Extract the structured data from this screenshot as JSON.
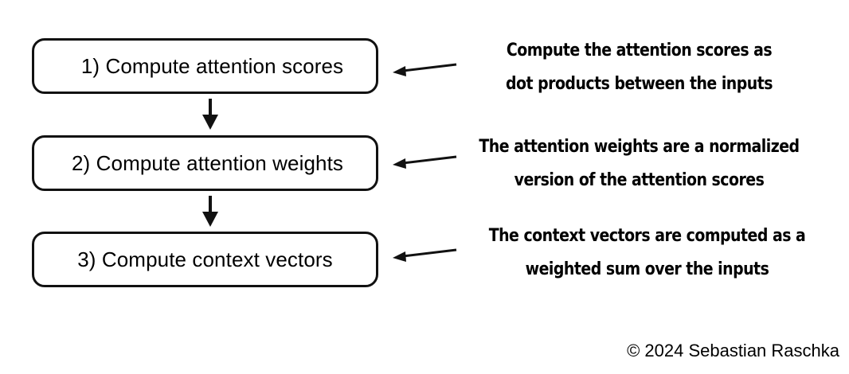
{
  "diagram": {
    "steps": [
      {
        "label": "1) Compute attention scores"
      },
      {
        "label": "2) Compute attention weights"
      },
      {
        "label": "3) Compute context vectors"
      }
    ],
    "annotations": [
      {
        "line1": "Compute the attention scores as",
        "line2": "dot products between the inputs"
      },
      {
        "line1": "The attention weights are a normalized",
        "line2": "version of the attention scores"
      },
      {
        "line1": "The context vectors are computed as a",
        "line2": "weighted sum over the inputs"
      }
    ],
    "copyright": "© 2024 Sebastian Raschka",
    "colors": {
      "stroke": "#111111",
      "text": "#000000",
      "background": "#ffffff"
    }
  }
}
